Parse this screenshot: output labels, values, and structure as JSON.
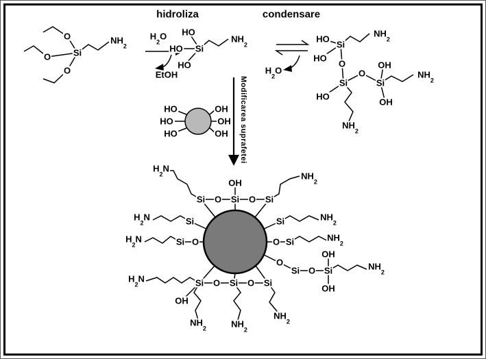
{
  "headings": {
    "hydrolysis": "hidroliza",
    "condensation": "condensare"
  },
  "labels": {
    "surface_modification": "Modificarea suprafetei",
    "etoh": "EtOH"
  },
  "chem": {
    "si": "Si",
    "o": "O",
    "ho": "HO",
    "oh": "OH",
    "h": "H",
    "n": "N",
    "nh": "NH",
    "sub2": "2"
  },
  "colors": {
    "line": "#000000",
    "small_particle_fill": "#b9b9b9",
    "core_particle_fill": "#7a7a7a",
    "background": "#ffffff",
    "frame_border": "#000000"
  }
}
